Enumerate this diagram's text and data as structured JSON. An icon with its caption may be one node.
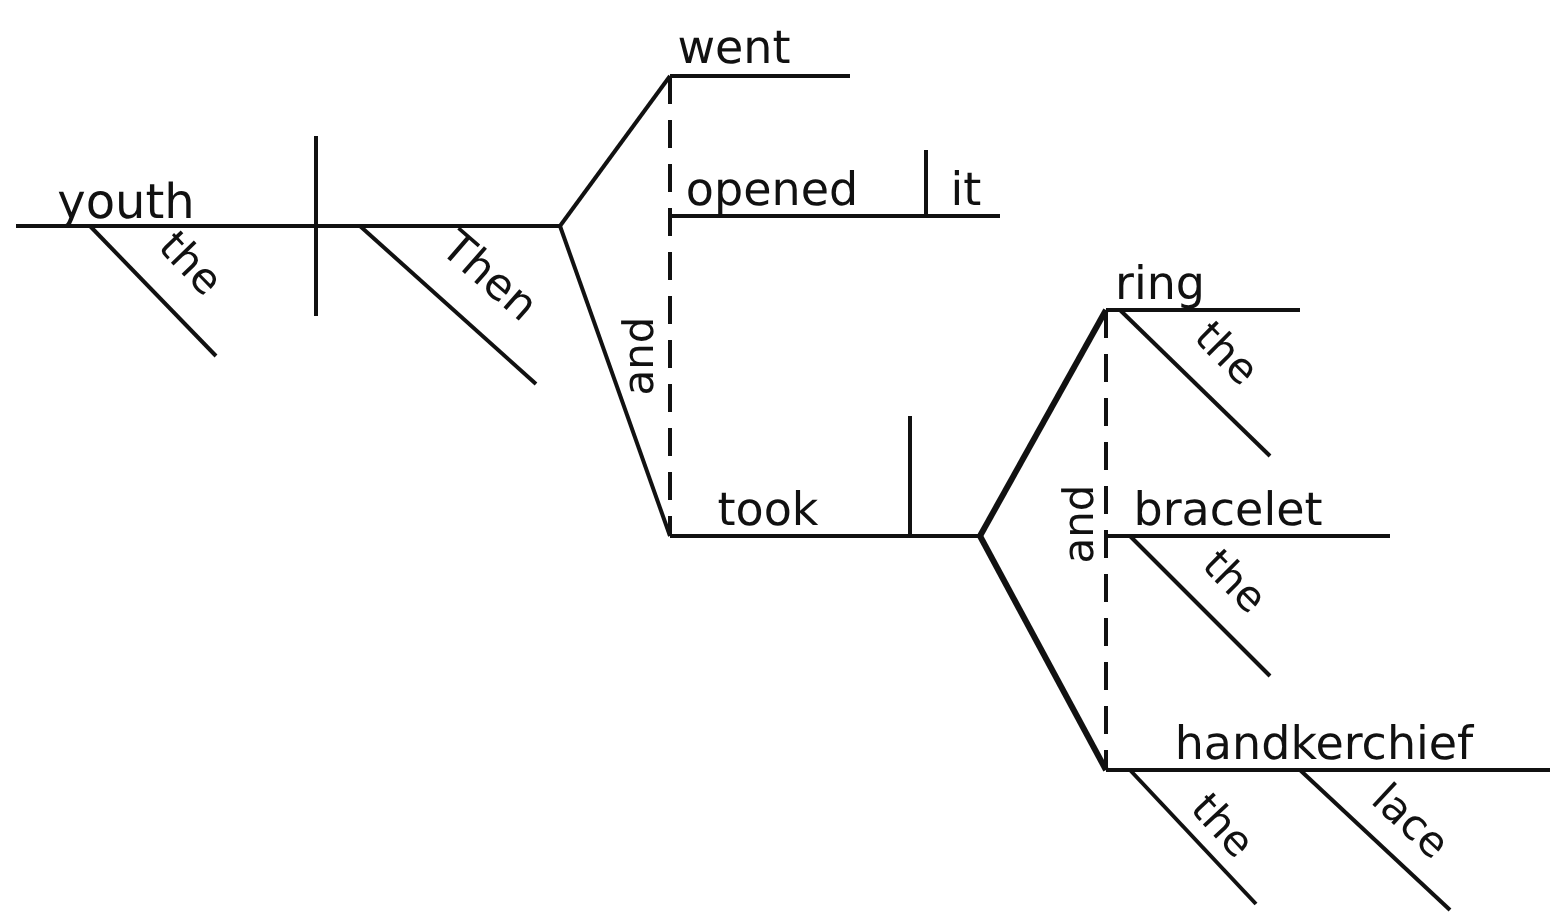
{
  "diagram": {
    "labels": [
      "youth",
      "the",
      "Then",
      "went",
      "opened",
      "it",
      "and",
      "took",
      "ring",
      "the",
      "and",
      "bracelet",
      "the",
      "handkerchief",
      "the",
      "lace"
    ]
  }
}
